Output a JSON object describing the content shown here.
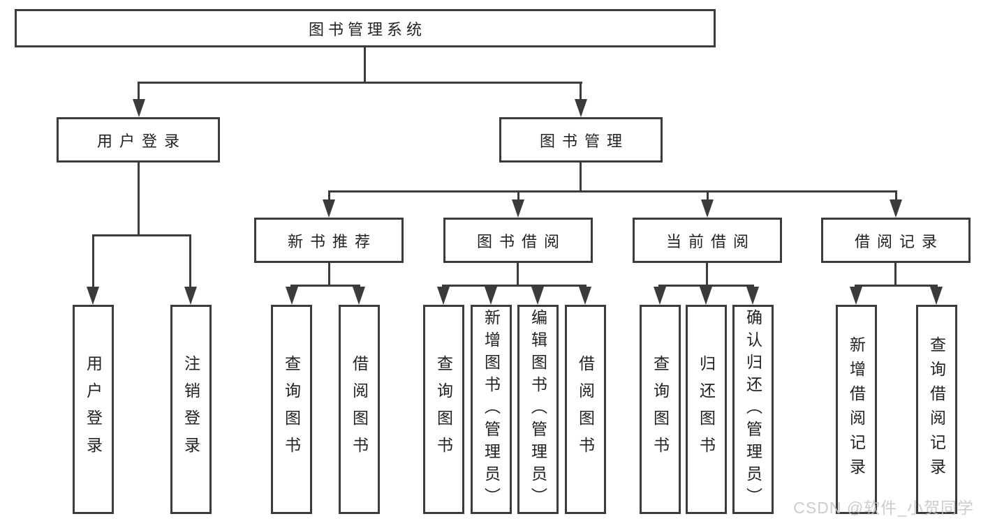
{
  "diagram": {
    "root": {
      "label": "图书管理系统"
    },
    "user_login": {
      "label": "用户登录",
      "children": [
        {
          "label": "用户登录"
        },
        {
          "label": "注销登录"
        }
      ]
    },
    "book_management": {
      "label": "图书管理",
      "sections": [
        {
          "label": "新书推荐",
          "children": [
            {
              "label": "查询图书"
            },
            {
              "label": "借阅图书"
            }
          ]
        },
        {
          "label": "图书借阅",
          "children": [
            {
              "label": "查询图书"
            },
            {
              "label": "新增图书（管理员）"
            },
            {
              "label": "编辑图书（管理员）"
            },
            {
              "label": "借阅图书"
            }
          ]
        },
        {
          "label": "当前借阅",
          "children": [
            {
              "label": "查询图书"
            },
            {
              "label": "归还图书"
            },
            {
              "label": "确认归还（管理员）"
            }
          ]
        },
        {
          "label": "借阅记录",
          "children": [
            {
              "label": "新增借阅记录"
            },
            {
              "label": "查询借阅记录"
            }
          ]
        }
      ]
    },
    "watermark": "CSDN @软件_小贺同学",
    "colors": {
      "line": "#3b3b3b",
      "text": "#222222",
      "watermark": "#c3c3c3",
      "background": "#ffffff"
    }
  }
}
